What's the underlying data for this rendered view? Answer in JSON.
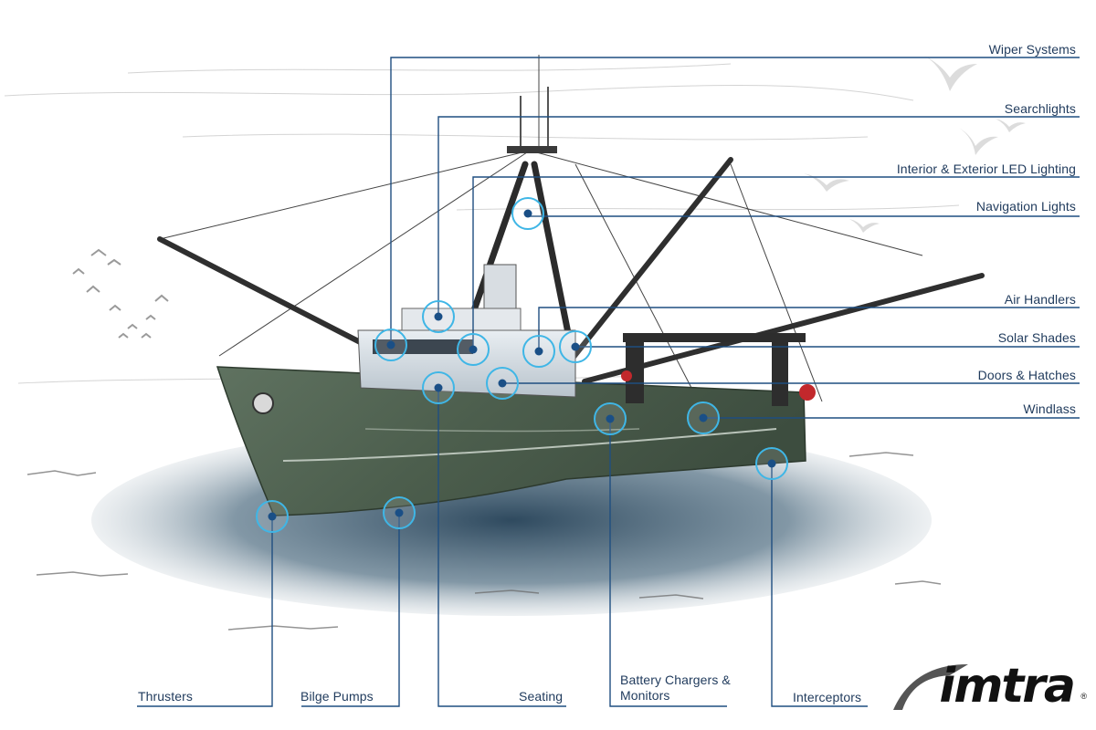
{
  "diagram": {
    "labels_right": [
      "Wiper Systems",
      "Searchlights",
      "Interior & Exterior LED Lighting",
      "Navigation Lights",
      "Air Handlers",
      "Solar Shades",
      "Doors & Hatches",
      "Windlass"
    ],
    "labels_bottom": [
      "Thrusters",
      "Bilge Pumps",
      "Seating",
      "Battery Chargers & Monitors",
      "Interceptors"
    ]
  },
  "brand": {
    "name": "imtra",
    "mark": "®"
  },
  "colors": {
    "leader": "#1f4e80",
    "hotspot_ring": "#3fb6e6",
    "hotspot_dot": "#1a4f86",
    "hull": "#4f6150",
    "text": "#1f3a5c"
  }
}
